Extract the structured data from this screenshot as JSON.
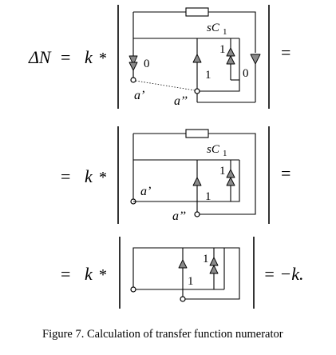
{
  "equation": {
    "lhs": "ΔN",
    "eq": "=",
    "k": "k",
    "star": "*",
    "result": "= −k."
  },
  "labels": {
    "sC": "sC",
    "sub": "1",
    "one": "1",
    "zero": "0",
    "a1": "a’",
    "a2": "a’’"
  },
  "caption": "Figure 7. Calculation of transfer function numerator"
}
